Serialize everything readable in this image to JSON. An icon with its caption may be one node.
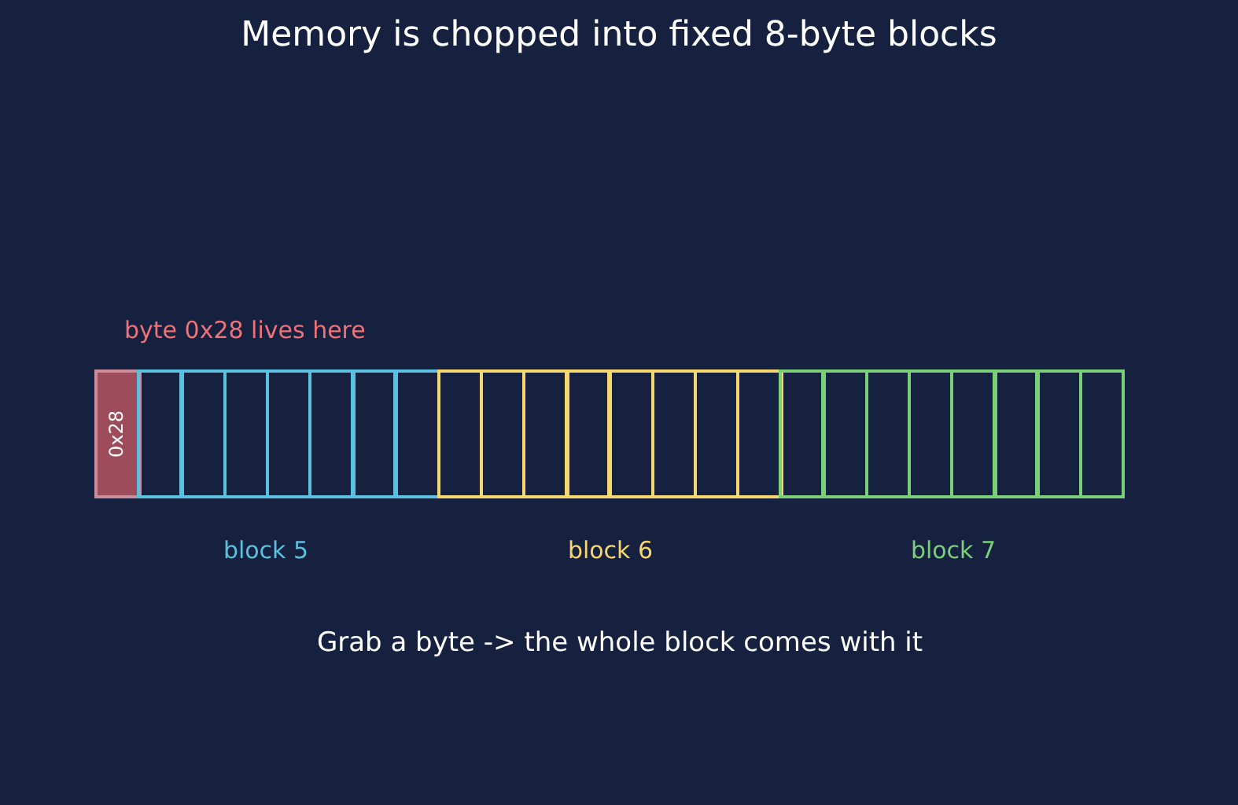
{
  "diagram": {
    "title": "Memory is chopped into fixed 8-byte blocks",
    "caption": "Grab a byte -> the whole block comes with it",
    "nodes": [
      {
        "text": [
          "0x28"
        ],
        "beside": [
          "byte 0x28 lives here"
        ]
      },
      {
        "text": [],
        "shape": "box"
      },
      {
        "text": [],
        "shape": "box"
      },
      {
        "text": [],
        "shape": "box"
      },
      {
        "text": [],
        "shape": "box"
      },
      {
        "text": [],
        "shape": "box"
      },
      {
        "text": [],
        "shape": "box"
      },
      {
        "text": [],
        "shape": "box"
      },
      {
        "text": [],
        "shape": "box"
      },
      {
        "text": [],
        "shape": "box"
      },
      {
        "text": [],
        "shape": "box"
      },
      {
        "text": [],
        "shape": "box"
      },
      {
        "text": [],
        "shape": "box"
      },
      {
        "text": [],
        "shape": "box"
      },
      {
        "text": [],
        "shape": "box"
      },
      {
        "text": [],
        "shape": "box"
      },
      {
        "text": [],
        "shape": "box"
      },
      {
        "text": [],
        "shape": "box"
      },
      {
        "text": [],
        "shape": "box"
      },
      {
        "text": [],
        "shape": "box"
      },
      {
        "text": [],
        "shape": "box"
      },
      {
        "text": [],
        "shape": "box"
      },
      {
        "text": [],
        "shape": "box"
      },
      {
        "text": [],
        "shape": "box"
      }
    ],
    "labels": [
      "block 5",
      "block 6",
      "block 7"
    ]
  }
}
